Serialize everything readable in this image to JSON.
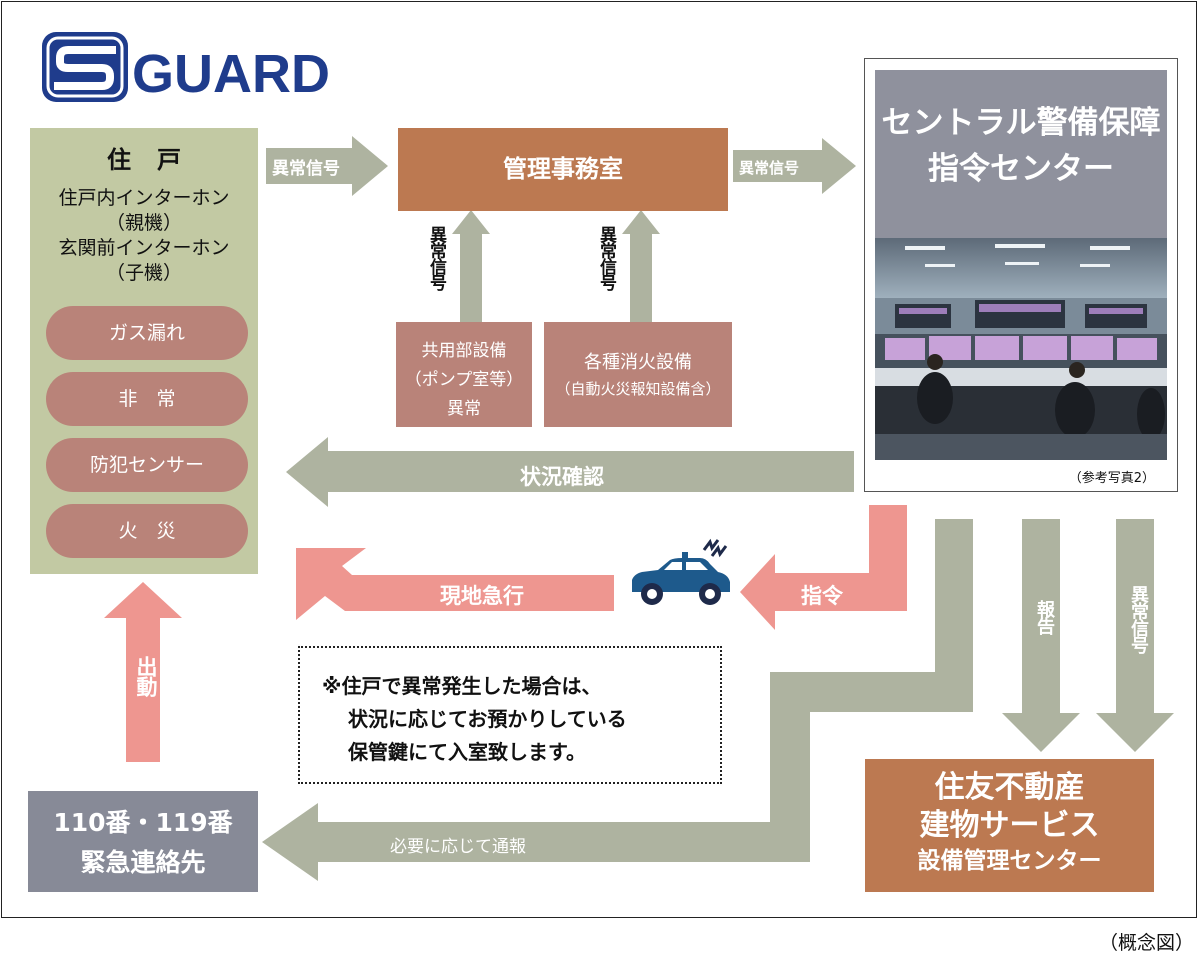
{
  "logo": {
    "text": "GUARD",
    "initial": "S"
  },
  "resident": {
    "title": "住戸",
    "lines": [
      "住戸内インターホン",
      "（親機）",
      "玄関前インターホン",
      "（子機）"
    ],
    "sensors": [
      "ガス漏れ",
      "非　常",
      "防犯センサー",
      "火　災"
    ]
  },
  "arrows": {
    "to_office": "異常信号",
    "to_center": "異常信号",
    "vertical_left": "異常信号",
    "vertical_right": "異常信号",
    "status_check": "状況確認",
    "order": "指令",
    "rush": "現地急行",
    "dispatch": "出動",
    "report": "報告",
    "signal_down": "異常信号",
    "notify": "必要に応じて通報"
  },
  "office": {
    "label": "管理事務室"
  },
  "common_equipment": {
    "lines": [
      "共用部設備",
      "（ポンプ室等）",
      "異常"
    ]
  },
  "fire_equipment": {
    "lines": [
      "各種消火設備",
      "（自動火災報知設備含）"
    ]
  },
  "center": {
    "lines": [
      "セントラル警備保障",
      "指令センター"
    ],
    "photo_caption": "（参考写真2）"
  },
  "note": {
    "lines": [
      "※住戸で異常発生した場合は、",
      "状況に応じてお預かりしている",
      "保管鍵にて入室致します。"
    ]
  },
  "emergency": {
    "lines": [
      "110番・119番",
      "緊急連絡先"
    ]
  },
  "sumitomo": {
    "lines": [
      "住友不動産",
      "建物サービス",
      "設備管理センター"
    ]
  },
  "caption": "（概念図）",
  "colors": {
    "olive_arrow": "#aeb3a0",
    "pink_arrow": "#ee9690",
    "brown_box": "#bc7951",
    "pill": "#b98379",
    "resident_bg": "#c2c9a3",
    "center_head": "#8f919d",
    "emergency_bg": "#878a97",
    "logo_blue": "#1f3c8c"
  }
}
